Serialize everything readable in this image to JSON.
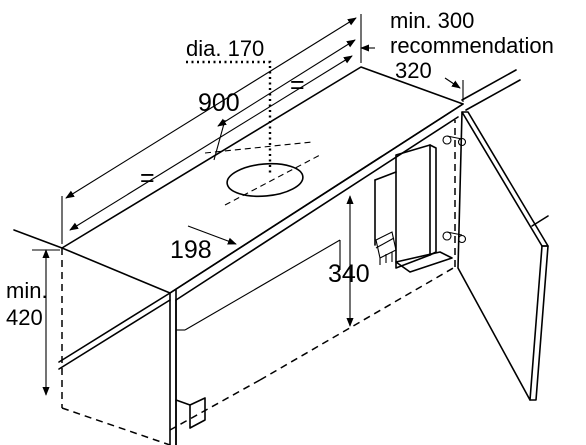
{
  "labels": {
    "min_300": "min. 300",
    "recommendation": "recommendation",
    "dim_320": "320",
    "dia_170": "dia. 170",
    "dim_900": "900",
    "equal_right": "=",
    "equal_left": "=",
    "dim_198": "198",
    "dim_340": "340",
    "min_420_line1": "min.",
    "min_420_line2": "420"
  },
  "colors": {
    "line": "#000000",
    "background": "#ffffff",
    "panel_fill": "#ffffff"
  }
}
